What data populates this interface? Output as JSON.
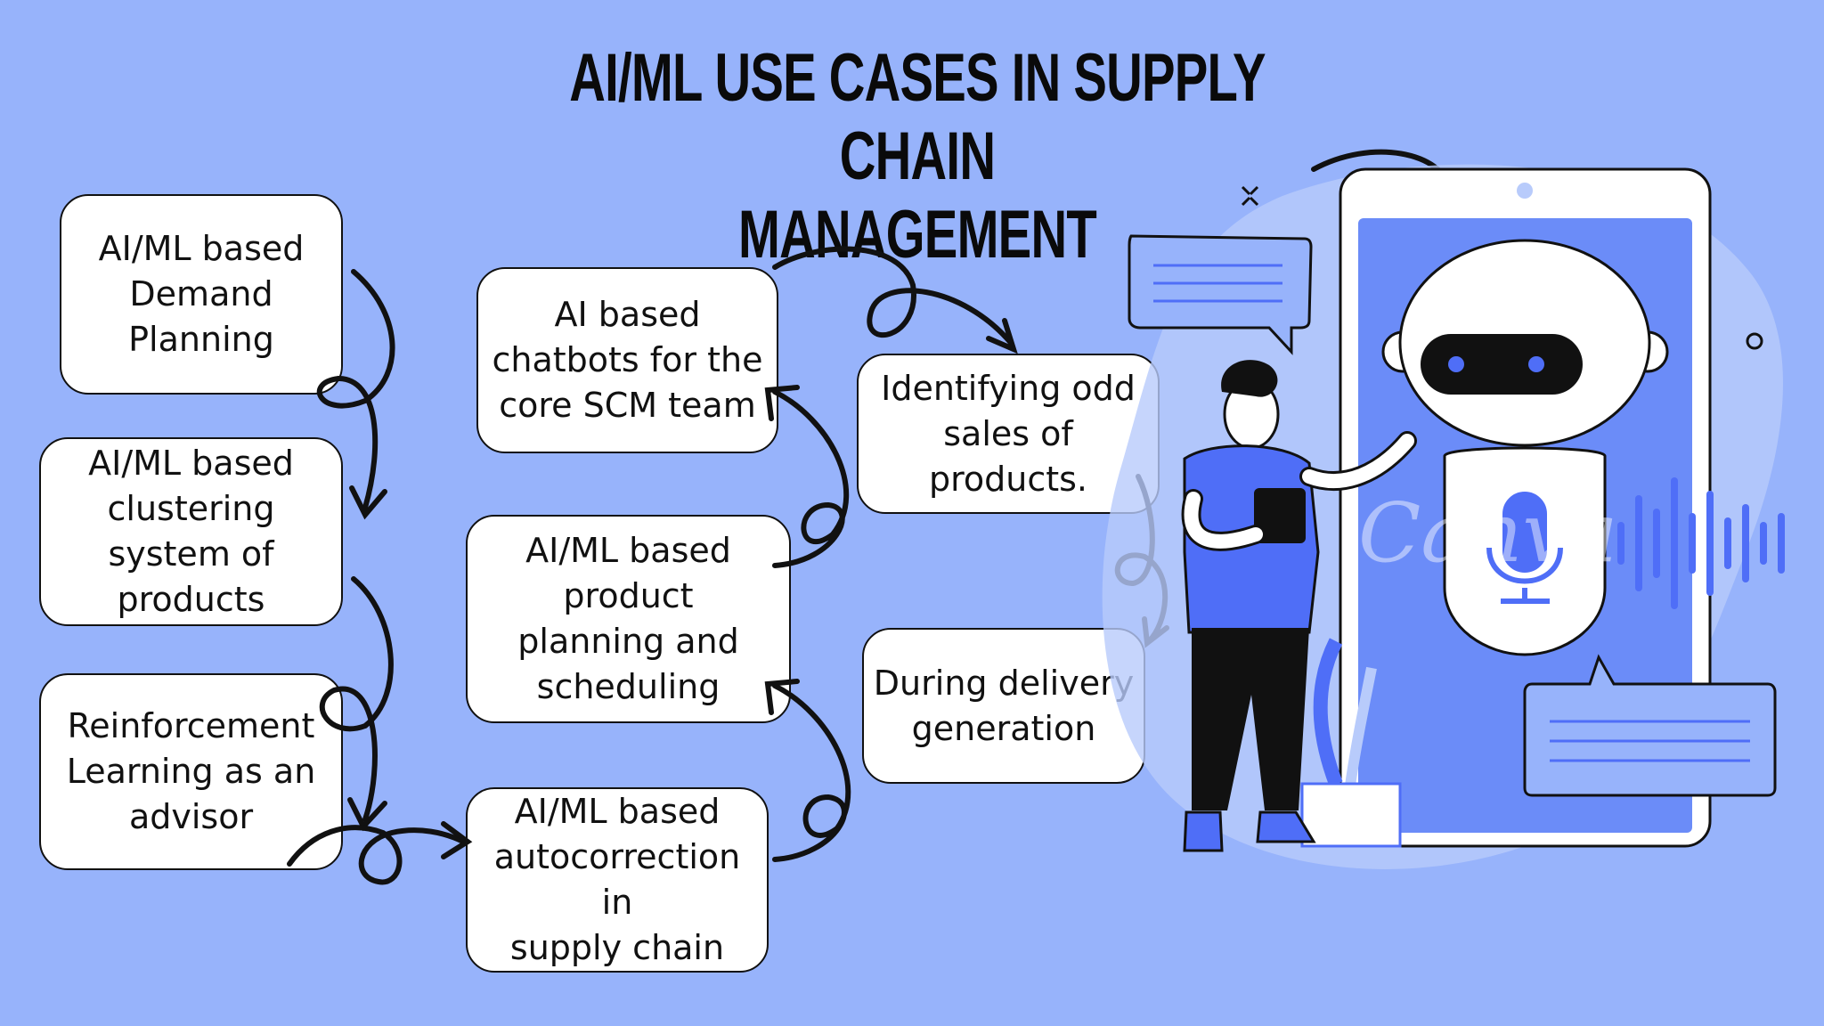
{
  "title": "AI/ML USE CASES IN SUPPLY CHAIN\nMANAGEMENT",
  "boxes": [
    "AI/ML based\nDemand\nPlanning",
    "AI/ML based\nclustering\nsystem of\nproducts",
    "Reinforcement\nLearning as an\nadvisor",
    "AI/ML based\nautocorrection in\nsupply chain",
    "AI/ML based\nproduct\nplanning and\nscheduling",
    "AI based\nchatbots for the\ncore SCM team",
    "Identifying odd\nsales of\nproducts.",
    "During delivery\ngeneration"
  ],
  "watermark": "Canva",
  "colors": {
    "background": "#97b3fb",
    "accent_blue": "#4f6ef7",
    "box_fill": "#ffffff"
  },
  "illustration": {
    "icons": [
      "smartphone-icon",
      "robot-icon",
      "microphone-icon",
      "person-icon",
      "chat-bubble-icon",
      "plant-icon",
      "sound-wave-icon"
    ]
  }
}
